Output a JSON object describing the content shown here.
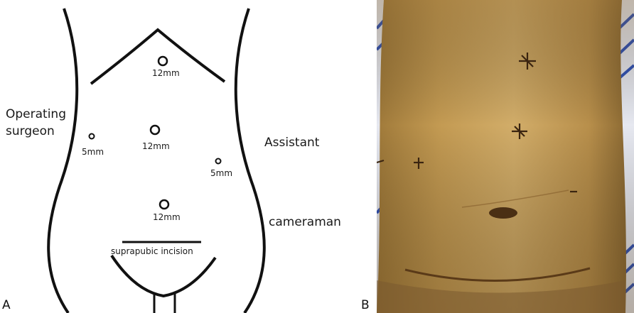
{
  "panel_a": {
    "letter": "A",
    "labels": {
      "operating_surgeon_line1": "Operating",
      "operating_surgeon_line2": "surgeon",
      "assistant": "Assistant",
      "cameraman": "cameraman",
      "incision": "suprapubic incision"
    },
    "ports": {
      "upper": "12mm",
      "center": "12mm",
      "left": "5mm",
      "right": "5mm",
      "lower": "12mm"
    }
  },
  "panel_b": {
    "letter": "B"
  },
  "colors": {
    "line": "#111111",
    "skin": "#c9a15a",
    "sheet_blue": "#2f52b8"
  }
}
